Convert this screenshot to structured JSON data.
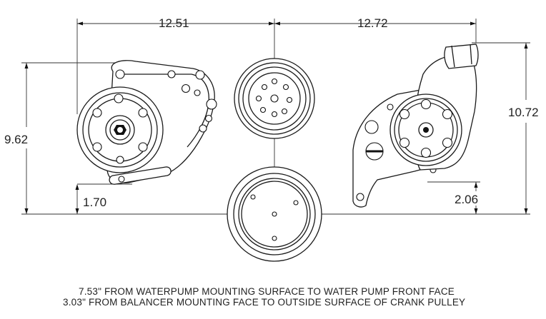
{
  "dimensions": {
    "water_pump_width": "12.51",
    "power_steering_width": "12.72",
    "water_pump_height": "9.62",
    "power_steering_height": "10.72",
    "water_pump_lower_offset": "1.70",
    "power_steering_lower_offset": "2.06"
  },
  "notes": {
    "line1": "7.53\" FROM WATERPUMP MOUNTING SURFACE TO WATER PUMP FRONT FACE",
    "line2": "3.03\" FROM BALANCER MOUNTING FACE TO OUTSIDE SURFACE OF CRANK PULLEY"
  }
}
